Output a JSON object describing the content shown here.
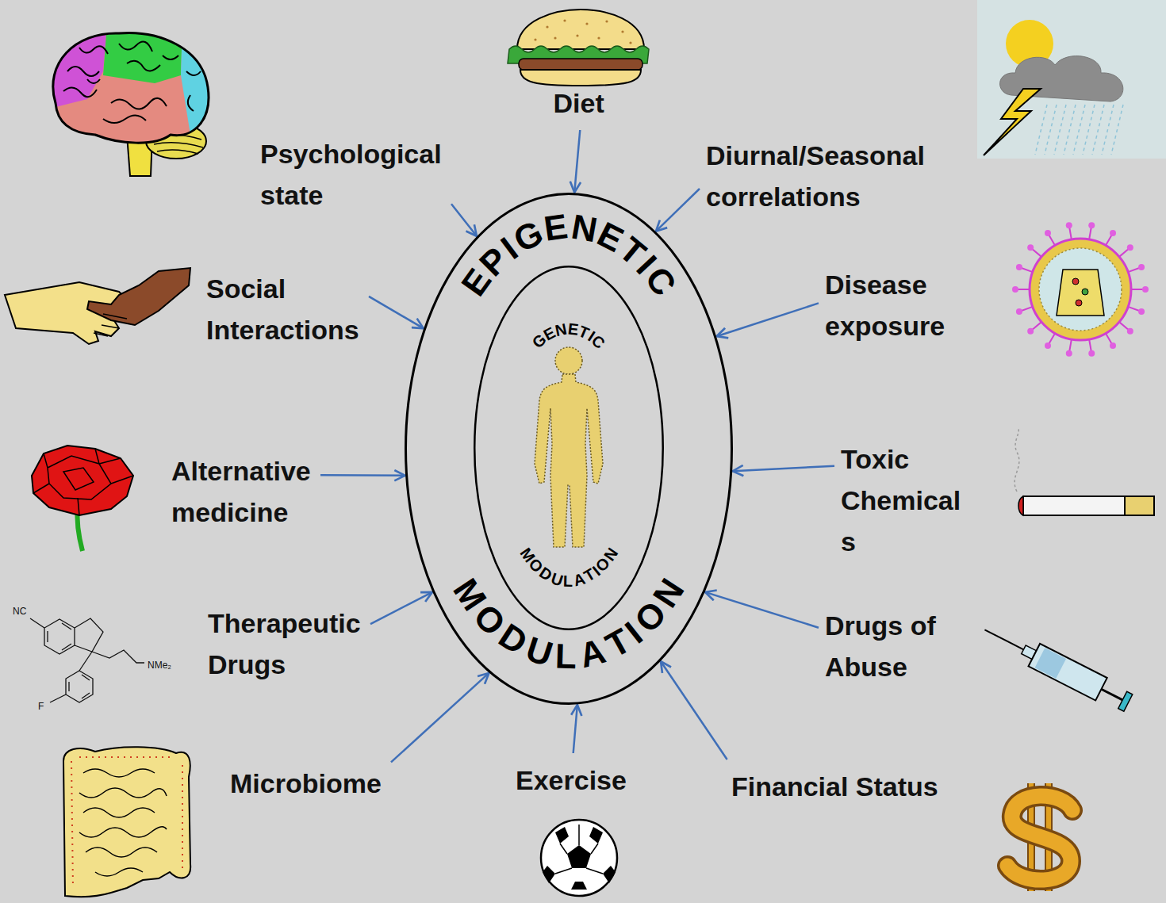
{
  "diagram": {
    "nodes": [
      {
        "text": [
          "EPIGENETIC",
          "MODULATION"
        ]
      },
      {
        "text": [
          "GENETIC",
          "MODULATION"
        ],
        "in": 0
      },
      {
        "text": [
          "Diet"
        ]
      },
      {
        "text": [
          "Psychological state"
        ]
      },
      {
        "text": [
          "Diurnal/Seasonal correlations"
        ]
      },
      {
        "text": [
          "Social Interactions"
        ]
      },
      {
        "text": [
          "Disease exposure"
        ]
      },
      {
        "text": [
          "Alternative medicine"
        ]
      },
      {
        "text": [
          "Toxic Chemical s"
        ]
      },
      {
        "text": [
          "Therapeutic Drugs"
        ]
      },
      {
        "text": [
          "Drugs of Abuse"
        ]
      },
      {
        "text": [
          "Microbiome"
        ]
      },
      {
        "text": [
          "Exercise"
        ]
      },
      {
        "text": [
          "Financial Status"
        ]
      }
    ],
    "edges": [
      {
        "from": 2,
        "to": 0,
        "arrow": "to"
      },
      {
        "from": 3,
        "to": 0,
        "arrow": "to"
      },
      {
        "from": 4,
        "to": 0,
        "arrow": "to"
      },
      {
        "from": 5,
        "to": 0,
        "arrow": "to"
      },
      {
        "from": 6,
        "to": 0,
        "arrow": "to"
      },
      {
        "from": 7,
        "to": 0,
        "arrow": "to"
      },
      {
        "from": 8,
        "to": 0,
        "arrow": "to"
      },
      {
        "from": 9,
        "to": 0,
        "arrow": "to"
      },
      {
        "from": 10,
        "to": 0,
        "arrow": "to"
      },
      {
        "from": 11,
        "to": 0,
        "arrow": "to"
      },
      {
        "from": 12,
        "to": 0,
        "arrow": "to"
      },
      {
        "from": 13,
        "to": 0,
        "arrow": "to"
      }
    ],
    "labels": [
      "NC",
      "NMe₂",
      "F"
    ]
  }
}
